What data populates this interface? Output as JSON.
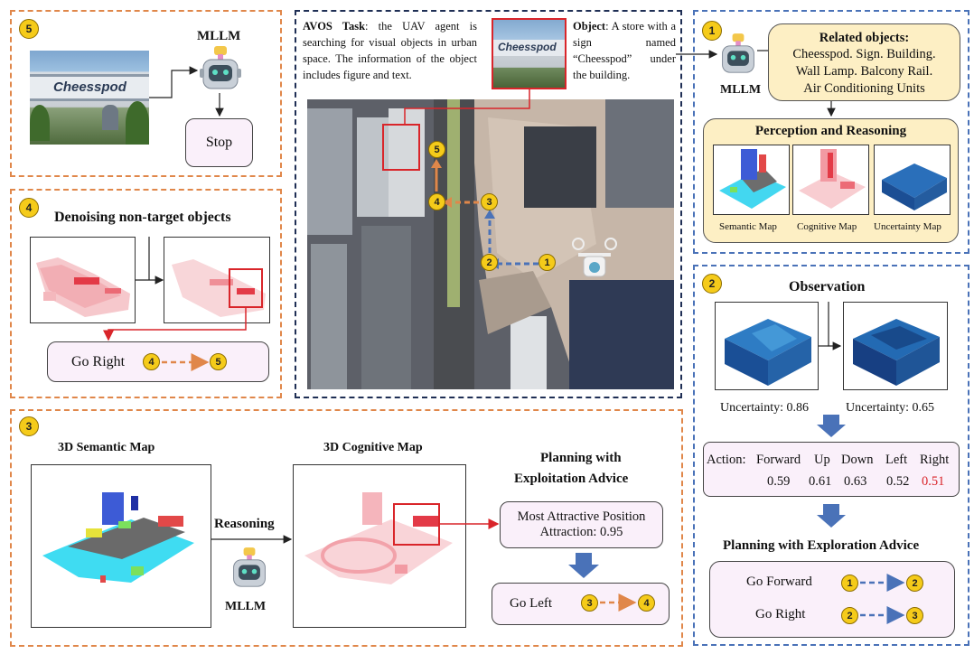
{
  "colors": {
    "orange_panel": "#e0874a",
    "blue_panel": "#4a72b8",
    "task_panel": "#1f2f55",
    "step_marker": "#f5cb1a",
    "highlight": "#d9252a"
  },
  "panel5": {
    "step": "5",
    "mllm": "MLLM",
    "sign": "Cheesspod",
    "action": "Stop"
  },
  "panel4": {
    "step": "4",
    "title": "Denoising non-target objects",
    "action": "Go Right",
    "from": "4",
    "to": "5"
  },
  "task": {
    "heading": "AVOS Task",
    "text": ": the UAV agent is searching for visual objects in urban space. The information of the object includes figure and text.",
    "object_heading": "Object",
    "object_text": ": A store with a sign named “Cheesspod” under the building.",
    "sign": "Cheesspod",
    "path_markers": [
      "1",
      "2",
      "3",
      "4",
      "5"
    ]
  },
  "panel1": {
    "step": "1",
    "mllm": "MLLM",
    "related_title": "Related objects:",
    "related_lines": [
      "Cheesspod. Sign. Building.",
      "Wall Lamp. Balcony Rail.",
      "Air Conditioning Units"
    ],
    "perception_title": "Perception and Reasoning",
    "maps": [
      "Semantic Map",
      "Cognitive Map",
      "Uncertainty Map"
    ]
  },
  "panel2": {
    "step": "2",
    "title": "Observation",
    "uncertainty_left": "Uncertainty: 0.86",
    "uncertainty_right": "Uncertainty: 0.65",
    "action_label": "Action:",
    "actions": [
      "Forward",
      "Up",
      "Down",
      "Left",
      "Right"
    ],
    "values": [
      "0.59",
      "0.61",
      "0.63",
      "0.52",
      "0.51"
    ],
    "advice_title": "Planning with Exploration Advice",
    "advice": [
      {
        "label": "Go Forward",
        "from": "1",
        "to": "2"
      },
      {
        "label": "Go Right",
        "from": "2",
        "to": "3"
      }
    ]
  },
  "panel3": {
    "step": "3",
    "semantic_title": "3D Semantic Map",
    "cognitive_title": "3D Cognitive Map",
    "reasoning": "Reasoning",
    "mllm": "MLLM",
    "planning_title_1": "Planning with",
    "planning_title_2": "Exploitation Advice",
    "attractive_1": "Most Attractive Position",
    "attractive_2": "Attraction: 0.95",
    "action": "Go Left",
    "from": "3",
    "to": "4"
  }
}
